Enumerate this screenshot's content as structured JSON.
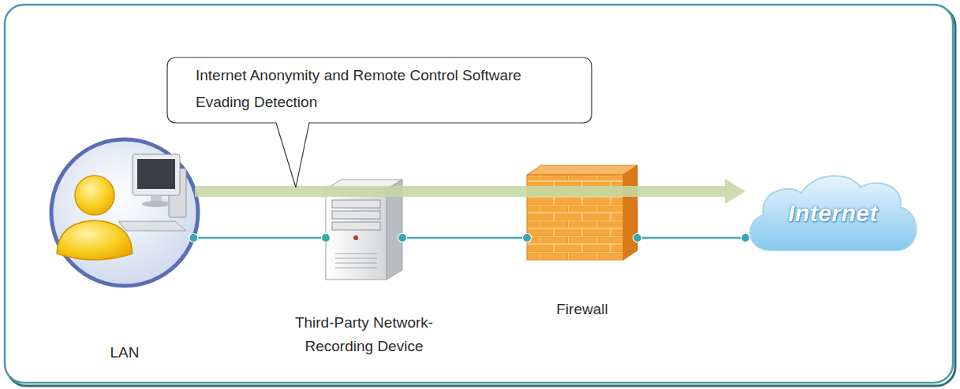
{
  "diagram": {
    "nodes": [
      {
        "text": [
          "Internet Anonymity and Remote Control Software Evading Detection"
        ]
      },
      {
        "text": [
          "LAN"
        ]
      },
      {
        "text": [
          "Third-Party Network-Recording Device"
        ]
      },
      {
        "text": [
          "Firewall"
        ]
      },
      {
        "text": [
          "Internet"
        ]
      }
    ],
    "edges": [
      {
        "from": 1,
        "to": 4,
        "arrow": "to"
      },
      {
        "from": 1,
        "to": 2,
        "arrow": "none"
      },
      {
        "from": 2,
        "to": 3,
        "arrow": "none"
      },
      {
        "from": 3,
        "to": 4,
        "arrow": "none"
      }
    ]
  }
}
